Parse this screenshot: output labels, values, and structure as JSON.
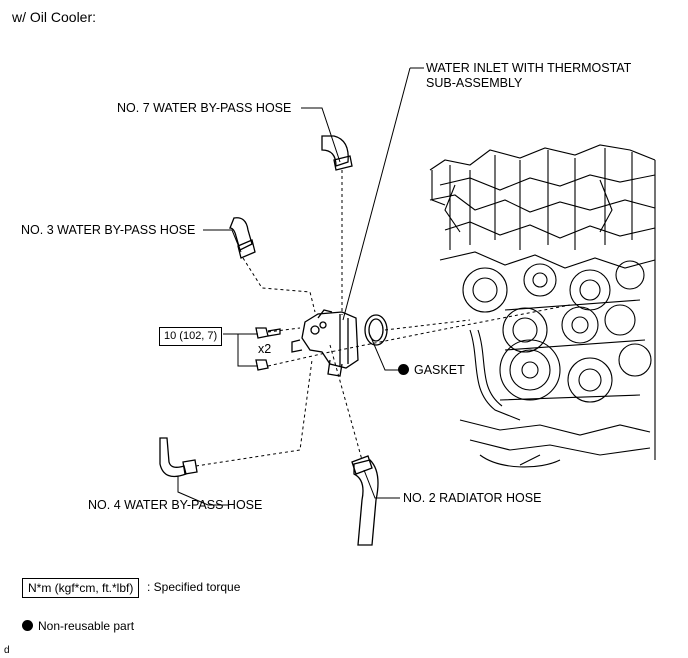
{
  "title": "w/ Oil Cooler:",
  "labels": {
    "thermostat_line1": "WATER INLET WITH THERMOSTAT",
    "thermostat_line2": "SUB-ASSEMBLY",
    "hose7": "NO. 7 WATER BY-PASS HOSE",
    "hose3": "NO. 3 WATER BY-PASS HOSE",
    "hose4": "NO. 4 WATER BY-PASS HOSE",
    "radiator": "NO. 2 RADIATOR HOSE",
    "gasket": "GASKET",
    "torque": "10 (102, 7)",
    "quantity": "x2"
  },
  "legend": {
    "torque_box": "N*m (kgf*cm, ft.*lbf)",
    "torque_text": ": Specified torque",
    "nonreusable_text": "Non-reusable part"
  },
  "footer_code": "d",
  "icons": {
    "nonreusable": "filled-circle-icon"
  }
}
